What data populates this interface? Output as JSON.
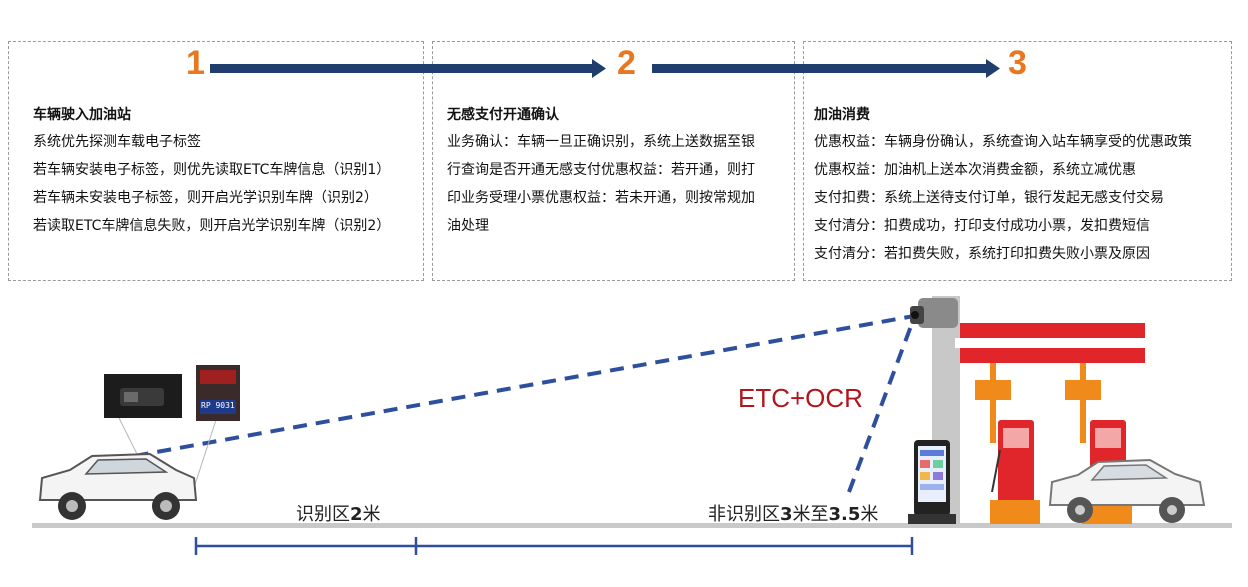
{
  "steps": [
    {
      "number": "1",
      "title": "车辆驶入加油站",
      "lines": [
        "系统优先探测车载电子标签",
        "若车辆安装电子标签，则优先读取ETC车牌信息（识别1）",
        "若车辆未安装电子标签，则开启光学识别车牌（识别2）",
        "若读取ETC车牌信息失败，则开启光学识别车牌（识别2）"
      ]
    },
    {
      "number": "2",
      "title": "无感支付开通确认",
      "lines": [
        "业务确认：车辆一旦正确识别，系统上送数据至银",
        "行查询是否开通无感支付优惠权益：若开通，则打",
        "印业务受理小票优惠权益：若未开通，则按常规加",
        "油处理"
      ]
    },
    {
      "number": "3",
      "title": "加油消费",
      "lines": [
        "优惠权益：车辆身份确认，系统查询入站车辆享受的优惠政策",
        "优惠权益：加油机上送本次消费金额，系统立减优惠",
        "支付扣费：系统上送待支付订单，银行发起无感支付交易",
        "支付清分：扣费成功，打印支付成功小票，发扣费短信",
        "支付清分：若扣费失败，系统打印扣费失败小票及原因"
      ]
    }
  ],
  "scene": {
    "tech_label": "ETC+OCR",
    "plate_text": "RP 9031",
    "zone1": {
      "prefix": "识别区",
      "num": "2",
      "unit": "米"
    },
    "zone2": {
      "prefix": "非识别区",
      "num1": "3",
      "mid": "米至",
      "num2": "3.5",
      "unit": "米"
    }
  },
  "colors": {
    "accent_orange": "#e87722",
    "arrow_navy": "#1f3e6e",
    "dashed_blue": "#2e4f9e",
    "etc_red": "#b1161c",
    "station_red": "#e0262a",
    "station_orange": "#f08a1a"
  }
}
